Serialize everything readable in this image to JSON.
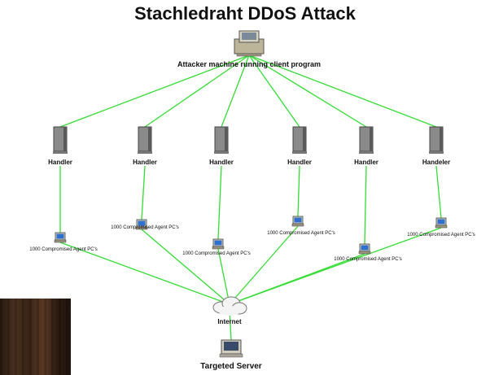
{
  "title": "Stachledraht DDoS Attack",
  "attacker": {
    "label": "Attacker machine running client program",
    "icon": "computer-workstation-icon"
  },
  "handlers": [
    {
      "label": "Handler"
    },
    {
      "label": "Handler"
    },
    {
      "label": "Handler"
    },
    {
      "label": "Handler"
    },
    {
      "label": "Handler"
    },
    {
      "label": "Handeler"
    }
  ],
  "agents": [
    {
      "label": "1000 Compromised Agent PC's"
    },
    {
      "label": "1000 Compromised Agent PC's"
    },
    {
      "label": "1000 Compromised Agent PC's"
    },
    {
      "label": "1000 Compromised Agent PC's"
    },
    {
      "label": "1000 Compromised Agent PC's"
    },
    {
      "label": "1000 Compromised Agent PC's"
    }
  ],
  "internet": {
    "label": "Internet",
    "icon": "cloud-icon"
  },
  "target": {
    "label": "Targeted Server",
    "icon": "server-computer-icon"
  },
  "colors": {
    "link": "#33dd33",
    "server_tower": "#8a8a8a",
    "pc_screen": "#2f6fd0",
    "photo": "#3a2416"
  }
}
